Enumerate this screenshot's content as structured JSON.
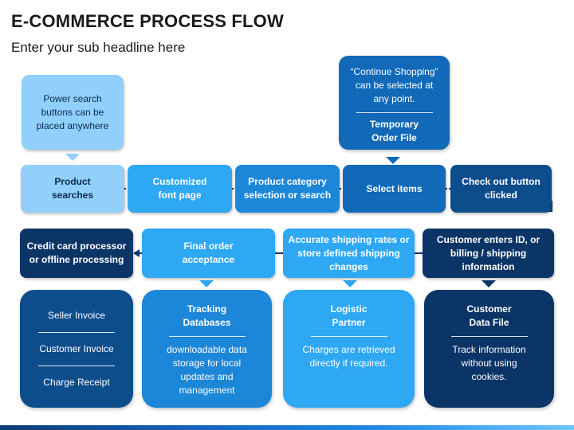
{
  "header": {
    "title": "E-COMMERCE PROCESS FLOW",
    "subtitle": "Enter your sub headline here"
  },
  "callouts": {
    "power_search": "Power search buttons can be placed anywhere",
    "continue_shopping": "“Continue Shopping” can be selected at any point.",
    "temporary_order": "Temporary Order File"
  },
  "flow_row1": [
    "Product searches",
    "Customized font page",
    "Product category selection or search",
    "Select items",
    "Check out button clicked"
  ],
  "flow_row2": [
    "Credit card processor or offline processing",
    "Final order acceptance",
    "Accurate shipping rates or store defined shipping changes",
    "Customer enters ID, or billing / shipping information"
  ],
  "panels": {
    "invoices": [
      "Seller Invoice",
      "Customer Invoice",
      "Charge Receipt"
    ],
    "tracking": {
      "title": "Tracking Databases",
      "text": "downloadable data storage for local updates and management"
    },
    "logistic": {
      "title": "Logistic Partner",
      "text": "Charges are retrieved directly if required."
    },
    "customer": {
      "title": "Customer Data File",
      "text": "Track information without using cookies."
    }
  },
  "colors": {
    "light_blue": "#90d0fb",
    "sky_blue": "#2ea8f2",
    "medium_blue": "#1c86d8",
    "blue": "#1169b8",
    "dark_blue": "#0d4d8c",
    "navy": "#0b3566"
  }
}
